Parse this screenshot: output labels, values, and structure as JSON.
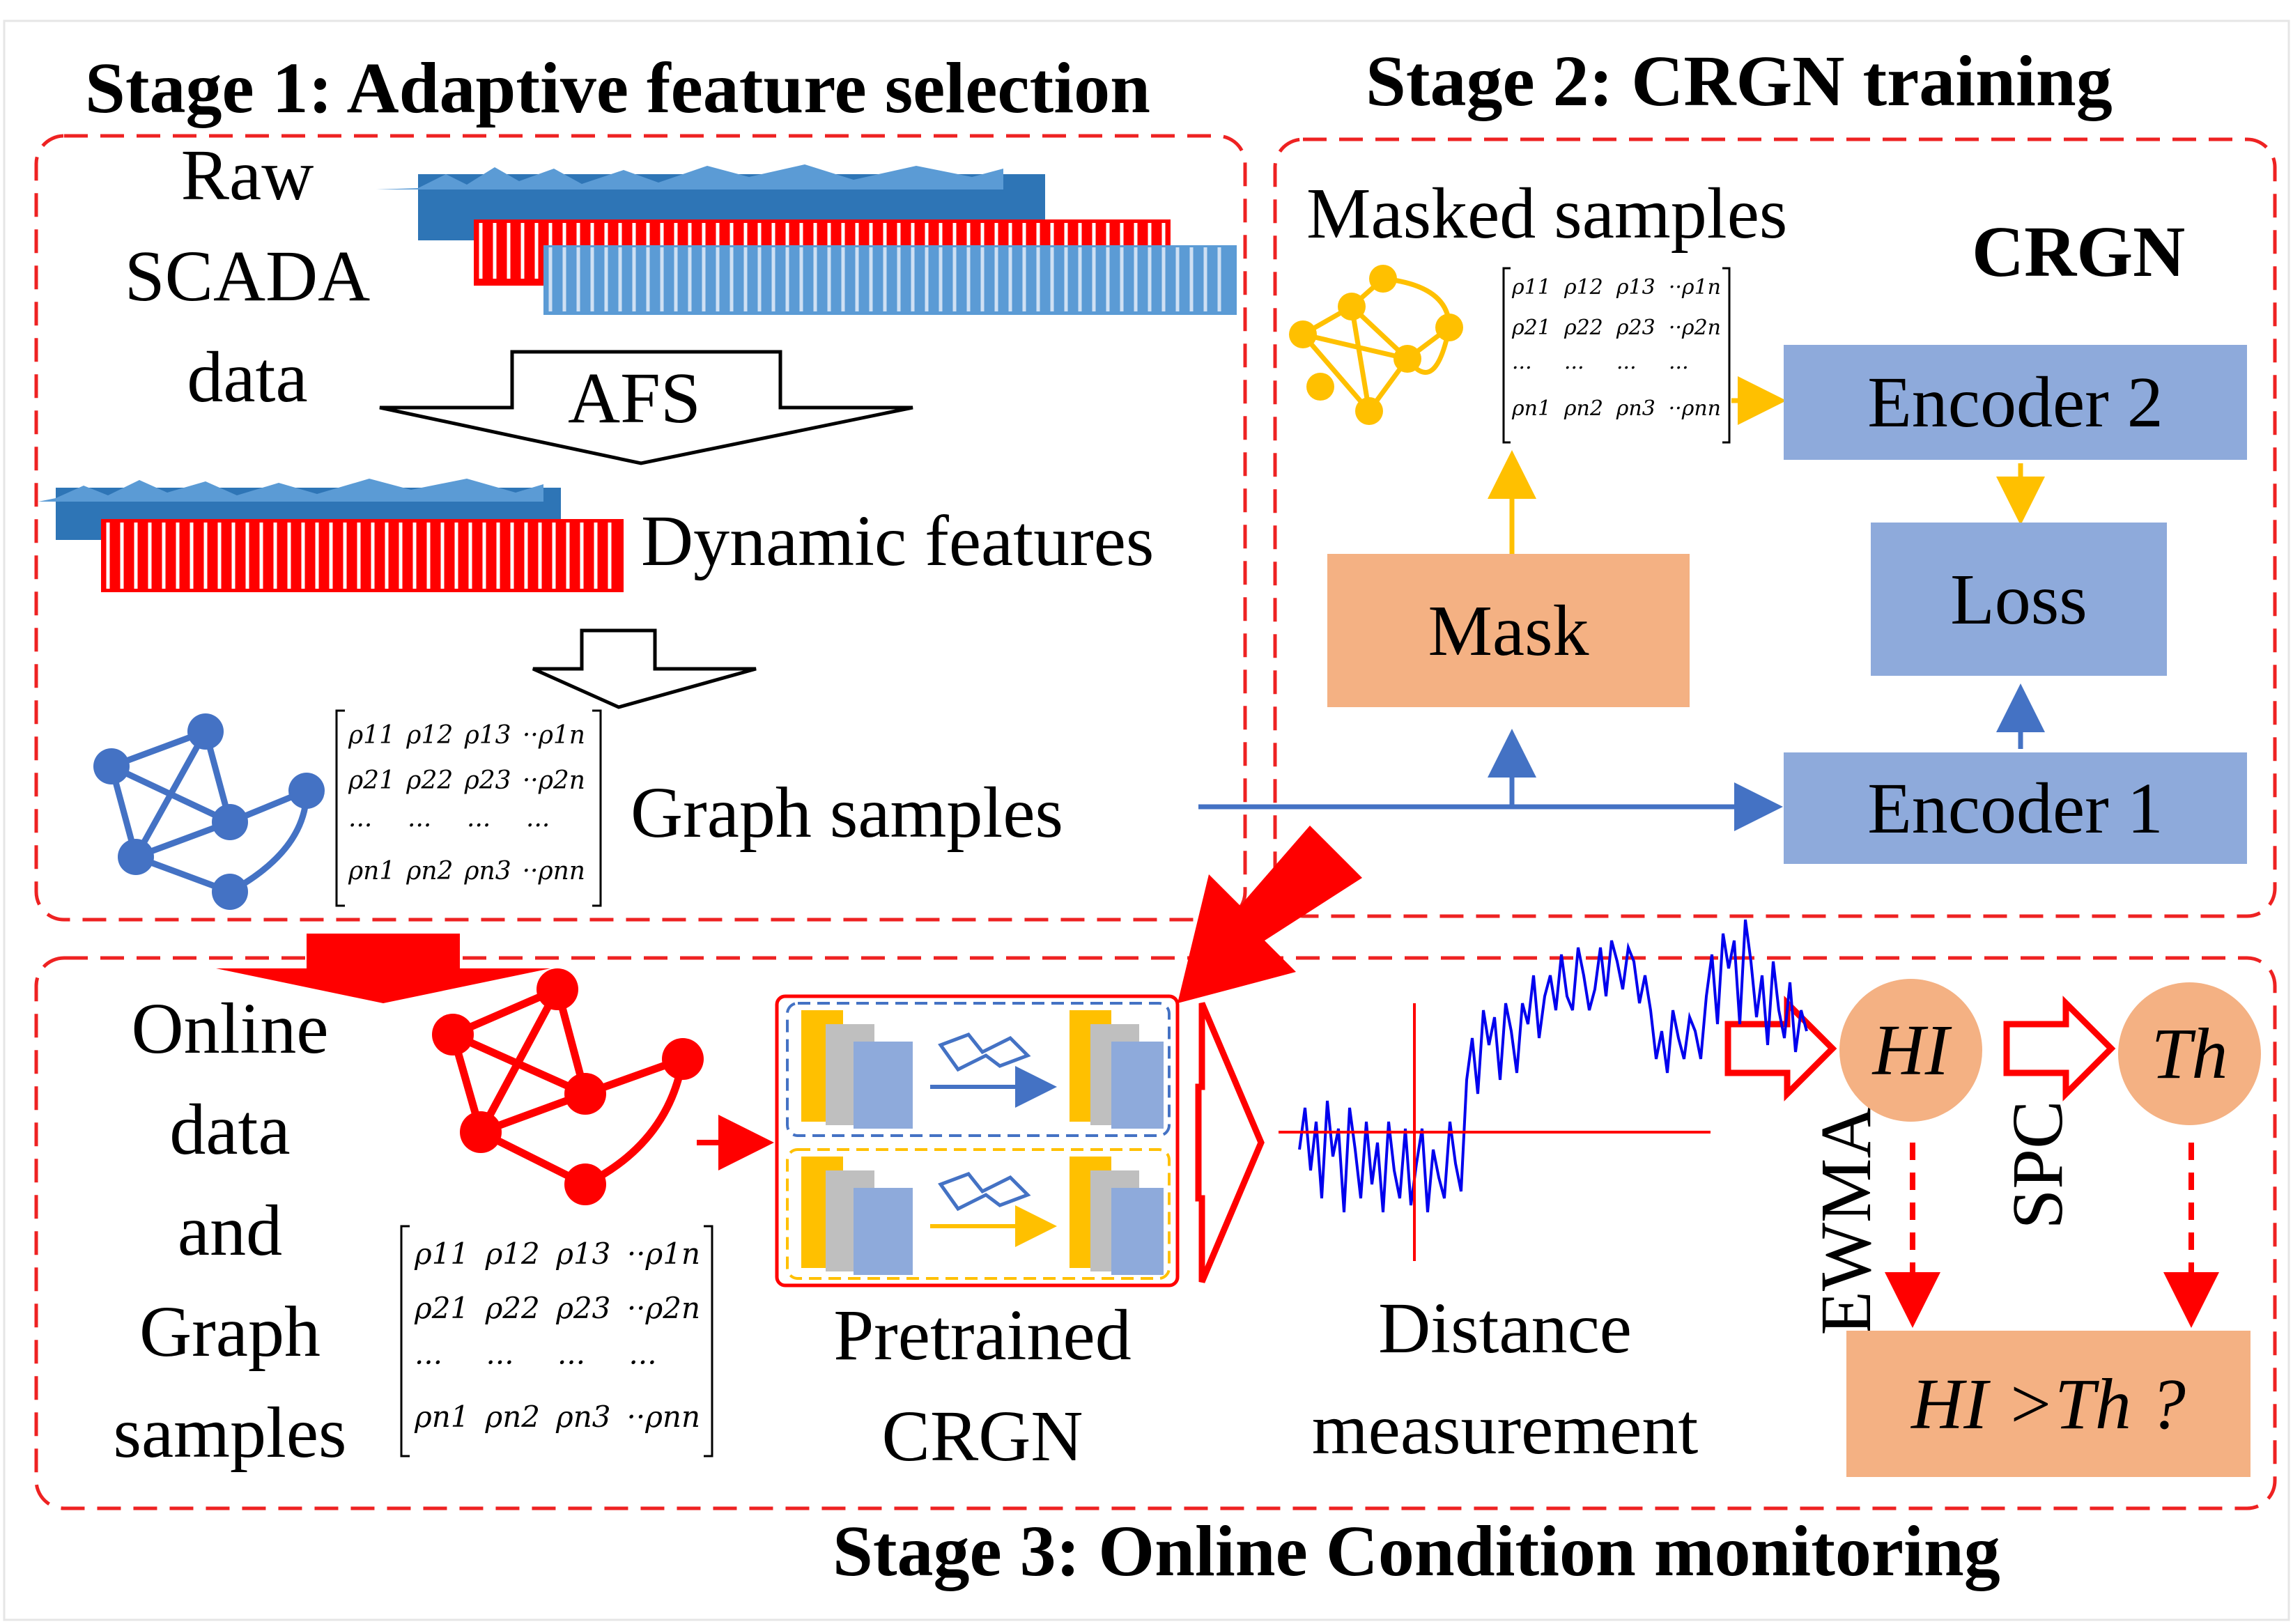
{
  "stages": {
    "stage1": "Stage 1: Adaptive feature selection",
    "stage2": "Stage 2: CRGN training",
    "stage3": "Stage 3: Online Condition monitoring"
  },
  "stage1_panel": {
    "raw_line1": "Raw",
    "raw_line2": "SCADA",
    "raw_line3": "data",
    "afs": "AFS",
    "dynamic_features": "Dynamic features",
    "graph_samples": "Graph samples"
  },
  "stage2_panel": {
    "masked_samples": "Masked samples",
    "crgn": "CRGN",
    "encoder2": "Encoder 2",
    "loss": "Loss",
    "mask": "Mask",
    "encoder1": "Encoder 1"
  },
  "stage3_panel": {
    "online_line1": "Online",
    "online_line2": "data",
    "online_line3": "and",
    "online_line4": "Graph",
    "online_line5": "samples",
    "pretrained_line1": "Pretrained",
    "pretrained_line2": "CRGN",
    "distance_line1": "Distance",
    "distance_line2": "measurement",
    "ewma": "EWMA",
    "spc": "SPC",
    "hi": "HI",
    "th": "Th",
    "decision": "HI >Th ?"
  },
  "matrix": {
    "row1": [
      "ρ11",
      "ρ12",
      "ρ13",
      "··ρ1n"
    ],
    "row2": [
      "ρ21",
      "ρ22",
      "ρ23",
      "··ρ2n"
    ],
    "row3": [
      "···",
      "···",
      "···",
      "···"
    ],
    "row4": [
      "ρn1",
      "ρn2",
      "ρn3",
      "··ρnn"
    ]
  },
  "colors": {
    "red": "#ff0000",
    "dashed_red": "#ee2222",
    "blue_node": "#4472c4",
    "yellow_node": "#ffc000",
    "red_node": "#ff0000",
    "box_blue": "#8eaadb",
    "box_orange": "#f4b183",
    "signal_blue": "#0000ee"
  }
}
